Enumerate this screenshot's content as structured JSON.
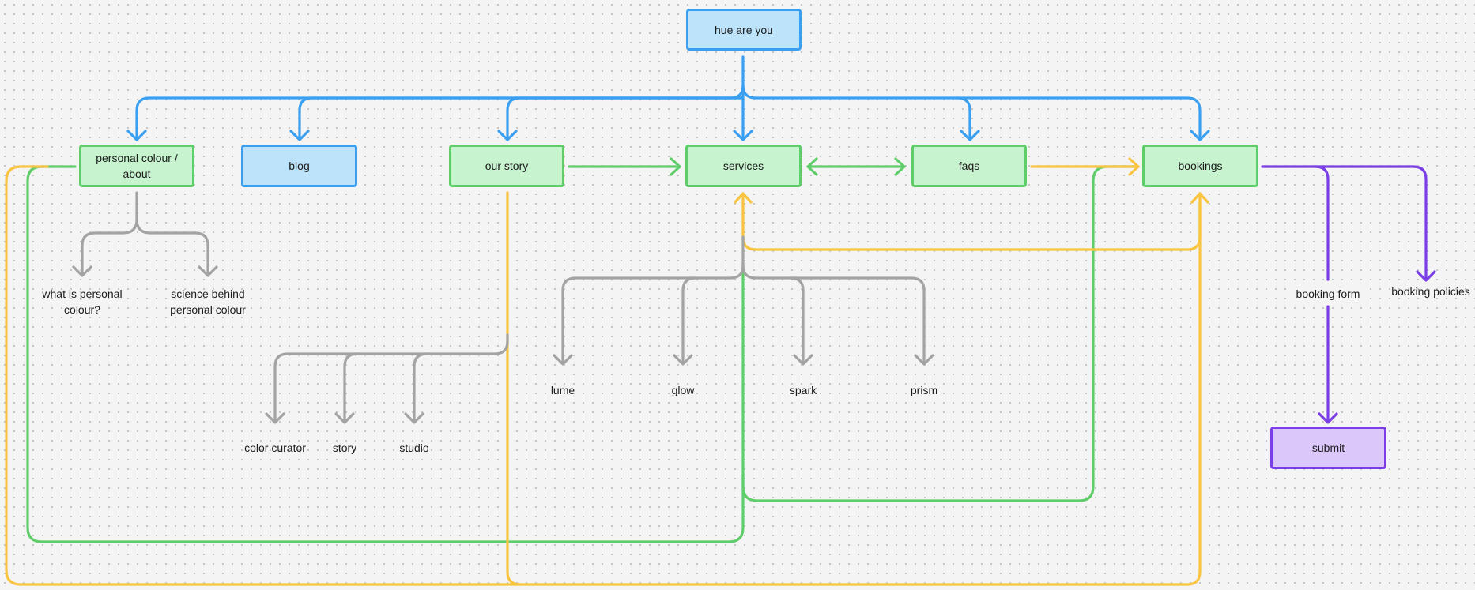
{
  "colors": {
    "blue": "#3a9ff0",
    "green": "#5fce6a",
    "yellow": "#f9c440",
    "gray": "#a3a3a3",
    "purple": "#7b3ee6"
  },
  "nodes": {
    "hue_are_you": "hue are you",
    "personal_colour_about": "personal colour / about",
    "blog": "blog",
    "our_story": "our story",
    "services": "services",
    "faqs": "faqs",
    "bookings": "bookings",
    "submit": "submit"
  },
  "labels": {
    "what_is_personal_colour": "what is personal colour?",
    "science_behind_personal_colour": "science behind personal colour",
    "color_curator": "color curator",
    "story": "story",
    "studio": "studio",
    "lume": "lume",
    "glow": "glow",
    "spark": "spark",
    "prism": "prism",
    "booking_form": "booking form",
    "booking_policies": "booking policies"
  }
}
